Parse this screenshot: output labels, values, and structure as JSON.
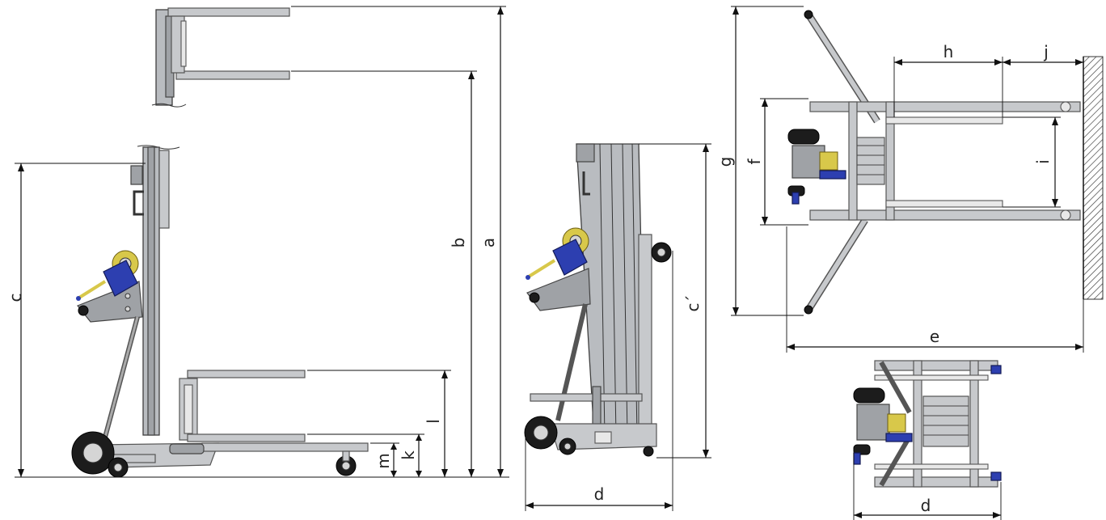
{
  "diagram": {
    "labels": {
      "a": "a",
      "b": "b",
      "c": "c",
      "c_prime": "c´",
      "d_side": "d",
      "d_bottom": "d",
      "e": "e",
      "f": "f",
      "g": "g",
      "h": "h",
      "i": "i",
      "j": "j",
      "k": "k",
      "l": "l",
      "m": "m"
    },
    "colors": {
      "frame": "#c7c9cc",
      "winch": "#2d3fb0",
      "drum": "#d8c84a",
      "tire": "#1c1c1c",
      "wall_hatch": "#333333"
    }
  }
}
